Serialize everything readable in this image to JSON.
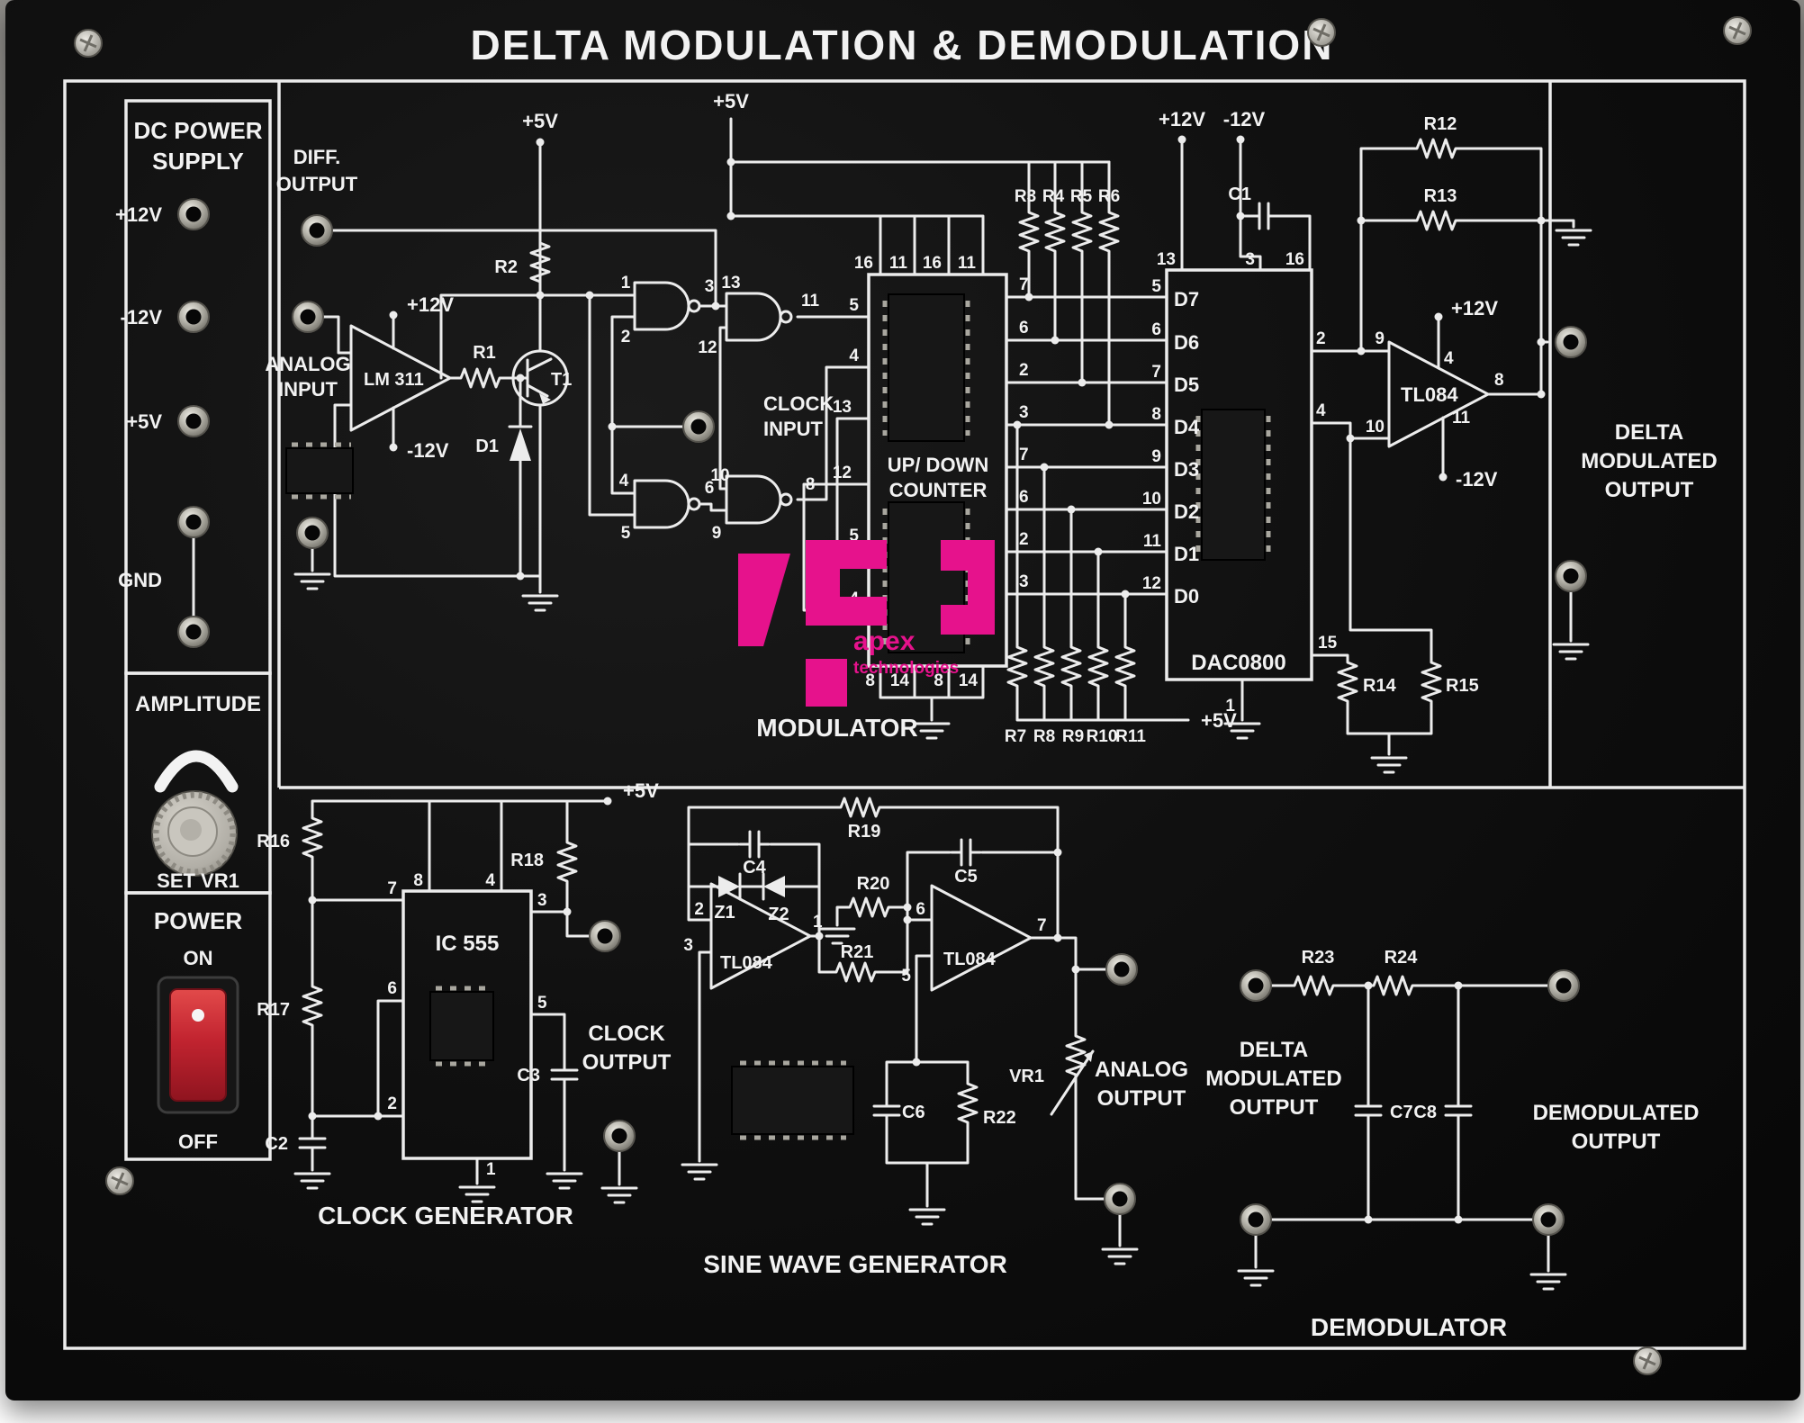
{
  "title": "DELTA MODULATION & DEMODULATION",
  "brand": {
    "name1": "apex",
    "name2": "technologies",
    "color": "#e6128c"
  },
  "dc_power": {
    "title_l1": "DC POWER",
    "title_l2": "SUPPLY",
    "labels": [
      "+12V",
      "-12V",
      "+5V",
      "GND"
    ]
  },
  "amplitude": {
    "title": "AMPLITUDE",
    "set": "SET VR1"
  },
  "power": {
    "title": "POWER",
    "on": "ON",
    "off": "OFF"
  },
  "sections": {
    "modulator": "MODULATOR",
    "clock": "CLOCK GENERATOR",
    "sine": "SINE WAVE GENERATOR",
    "demod": "DEMODULATOR"
  },
  "modulator": {
    "diff_l1": "DIFF.",
    "diff_l2": "OUTPUT",
    "analog_l1": "ANALOG",
    "analog_l2": "INPUT",
    "comparator": "LM 311",
    "clock_l1": "CLOCK",
    "clock_l2": "INPUT",
    "counter_l1": "UP/ DOWN",
    "counter_l2": "COUNTER",
    "dac": "DAC0800",
    "opamp": "TL084",
    "out_l1": "DELTA",
    "out_l2": "MODULATED",
    "out_l3": "OUTPUT",
    "p5_left": "+5V",
    "p5_top": "+5V",
    "p5_bottom": "+5V",
    "p12_cmp": "+12V",
    "n12_cmp": "-12V",
    "p12_dac": "+12V",
    "n12_dac": "-12V",
    "p12_amp": "+12V",
    "n12_amp": "-12V",
    "refs": {
      "r1": "R1",
      "r2": "R2",
      "r3": "R3",
      "r4": "R4",
      "r5": "R5",
      "r6": "R6",
      "r7": "R7",
      "r8": "R8",
      "r9": "R9",
      "r10": "R10",
      "r11": "R11",
      "r12": "R12",
      "r13": "R13",
      "r14": "R14",
      "r15": "R15",
      "c1": "C1",
      "t1": "T1",
      "d1": "D1"
    },
    "gate_pins": [
      "1",
      "2",
      "3",
      "13",
      "12",
      "11",
      "4",
      "5",
      "6",
      "10",
      "9",
      "8"
    ],
    "counter_top": [
      "16",
      "11",
      "16",
      "11"
    ],
    "counter_left": [
      "5",
      "4",
      "13",
      "12",
      "5",
      "4"
    ],
    "counter_right": [
      "7",
      "6",
      "2",
      "3",
      "7",
      "6",
      "2",
      "3"
    ],
    "counter_bottom": [
      "8",
      "14",
      "8",
      "14"
    ],
    "dac_pins_left": [
      "5",
      "6",
      "7",
      "8",
      "9",
      "10",
      "11",
      "12"
    ],
    "dac_data": [
      "D7",
      "D6",
      "D5",
      "D4",
      "D3",
      "D2",
      "D1",
      "D0"
    ],
    "dac_p13": "13",
    "dac_p3": "3",
    "dac_p16": "16",
    "dac_p2": "2",
    "dac_p4": "4",
    "dac_p15": "15",
    "dac_p1": "1",
    "amp_p9": "9",
    "amp_p10": "10",
    "amp_p8": "8",
    "amp_p4": "4",
    "amp_p11": "11"
  },
  "clock_gen": {
    "ic": "IC 555",
    "r16": "R16",
    "r17": "R17",
    "r18": "R18",
    "c2": "C2",
    "c3": "C3",
    "p8": "8",
    "p4": "4",
    "p7": "7",
    "p3": "3",
    "p6": "6",
    "p2": "2",
    "p5": "5",
    "p1": "1",
    "rail": "+5V",
    "out_l1": "CLOCK",
    "out_l2": "OUTPUT"
  },
  "sine_gen": {
    "opamp1": "TL084",
    "opamp2": "TL084",
    "z1": "Z1",
    "z2": "Z2",
    "c4": "C4",
    "c5": "C5",
    "c6": "C6",
    "r19": "R19",
    "r20": "R20",
    "r21": "R21",
    "r22": "R22",
    "vr1": "VR1",
    "p2": "2",
    "p3": "3",
    "p1": "1",
    "p6": "6",
    "p5": "5",
    "p7": "7",
    "rail": "+5V",
    "out_l1": "ANALOG",
    "out_l2": "OUTPUT"
  },
  "demod": {
    "r23": "R23",
    "r24": "R24",
    "c7": "C7",
    "c8": "C8",
    "in_l1": "DELTA",
    "in_l2": "MODULATED",
    "in_l3": "OUTPUT",
    "out_l1": "DEMODULATED",
    "out_l2": "OUTPUT"
  }
}
